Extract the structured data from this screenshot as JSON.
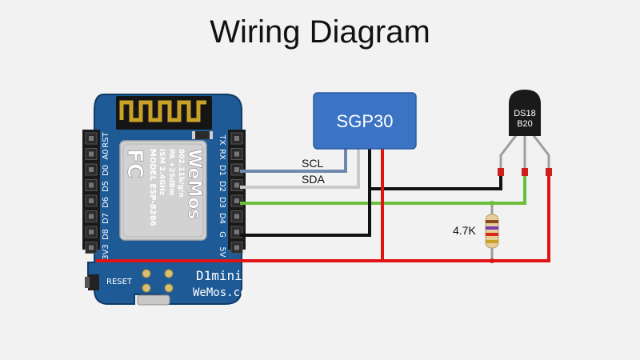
{
  "title": "Wiring Diagram",
  "board": {
    "name": "D1mini",
    "brand": "WeMos.cc",
    "reset_label": "RESET",
    "pins_left": [
      "RST",
      "A0",
      "D0",
      "D5",
      "D6",
      "D7",
      "D8",
      "3V3"
    ],
    "pins_right": [
      "TX",
      "RX",
      "D1",
      "D2",
      "D3",
      "D4",
      "G",
      "5V"
    ],
    "module": {
      "fc_mark": "FC",
      "model_line": "MODEL ESP-8266",
      "spec_line_1": "ISM 2.4GHz",
      "spec_line_2": "PA +25dBm",
      "spec_line_3": "802.11b/g/n",
      "logo": "WeMos"
    }
  },
  "sensor_sgp": {
    "label": "SGP30"
  },
  "sensor_ds": {
    "label_line_1": "DS18",
    "label_line_2": "B20"
  },
  "resistor": {
    "label": "4.7K"
  },
  "wires": {
    "scl_label": "SCL",
    "sda_label": "SDA"
  },
  "colors": {
    "board": "#1e5a96",
    "sgp": "#3b73c5",
    "wire_power": "#e01414",
    "wire_ground": "#111111",
    "wire_data": "#6cbf3c",
    "wire_scl": "#6f88ad",
    "wire_sda": "#c9c9c9"
  }
}
